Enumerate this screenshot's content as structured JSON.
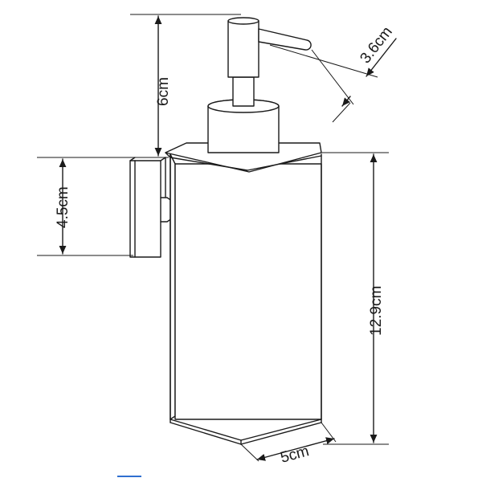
{
  "dimensions": {
    "pump_height": "6cm",
    "spout_length": "3.6cm",
    "bracket_height": "4.5cm",
    "total_height": "12.9cm",
    "width": "5cm"
  },
  "colors": {
    "line": "#1a1a1a",
    "accent": "#2f6fd0"
  }
}
